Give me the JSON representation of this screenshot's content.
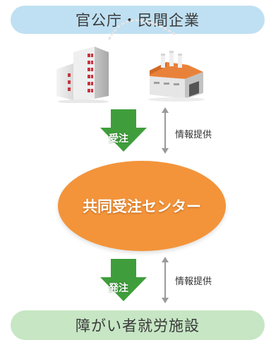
{
  "top_pill": {
    "label": "官公庁・民間企業"
  },
  "center": {
    "label": "共同受注センター"
  },
  "bottom_pill": {
    "label": "障がい者就労施設"
  },
  "arrow_top": {
    "label": "受注"
  },
  "arrow_bottom": {
    "label": "発注"
  },
  "info_top": {
    "label": "情報提供"
  },
  "info_bottom": {
    "label": "情報提供"
  },
  "colors": {
    "top_pill": "#bfe0f2",
    "bottom_pill": "#c6e6c4",
    "center": "#f3943a",
    "arrow": "#3f9e3b"
  }
}
